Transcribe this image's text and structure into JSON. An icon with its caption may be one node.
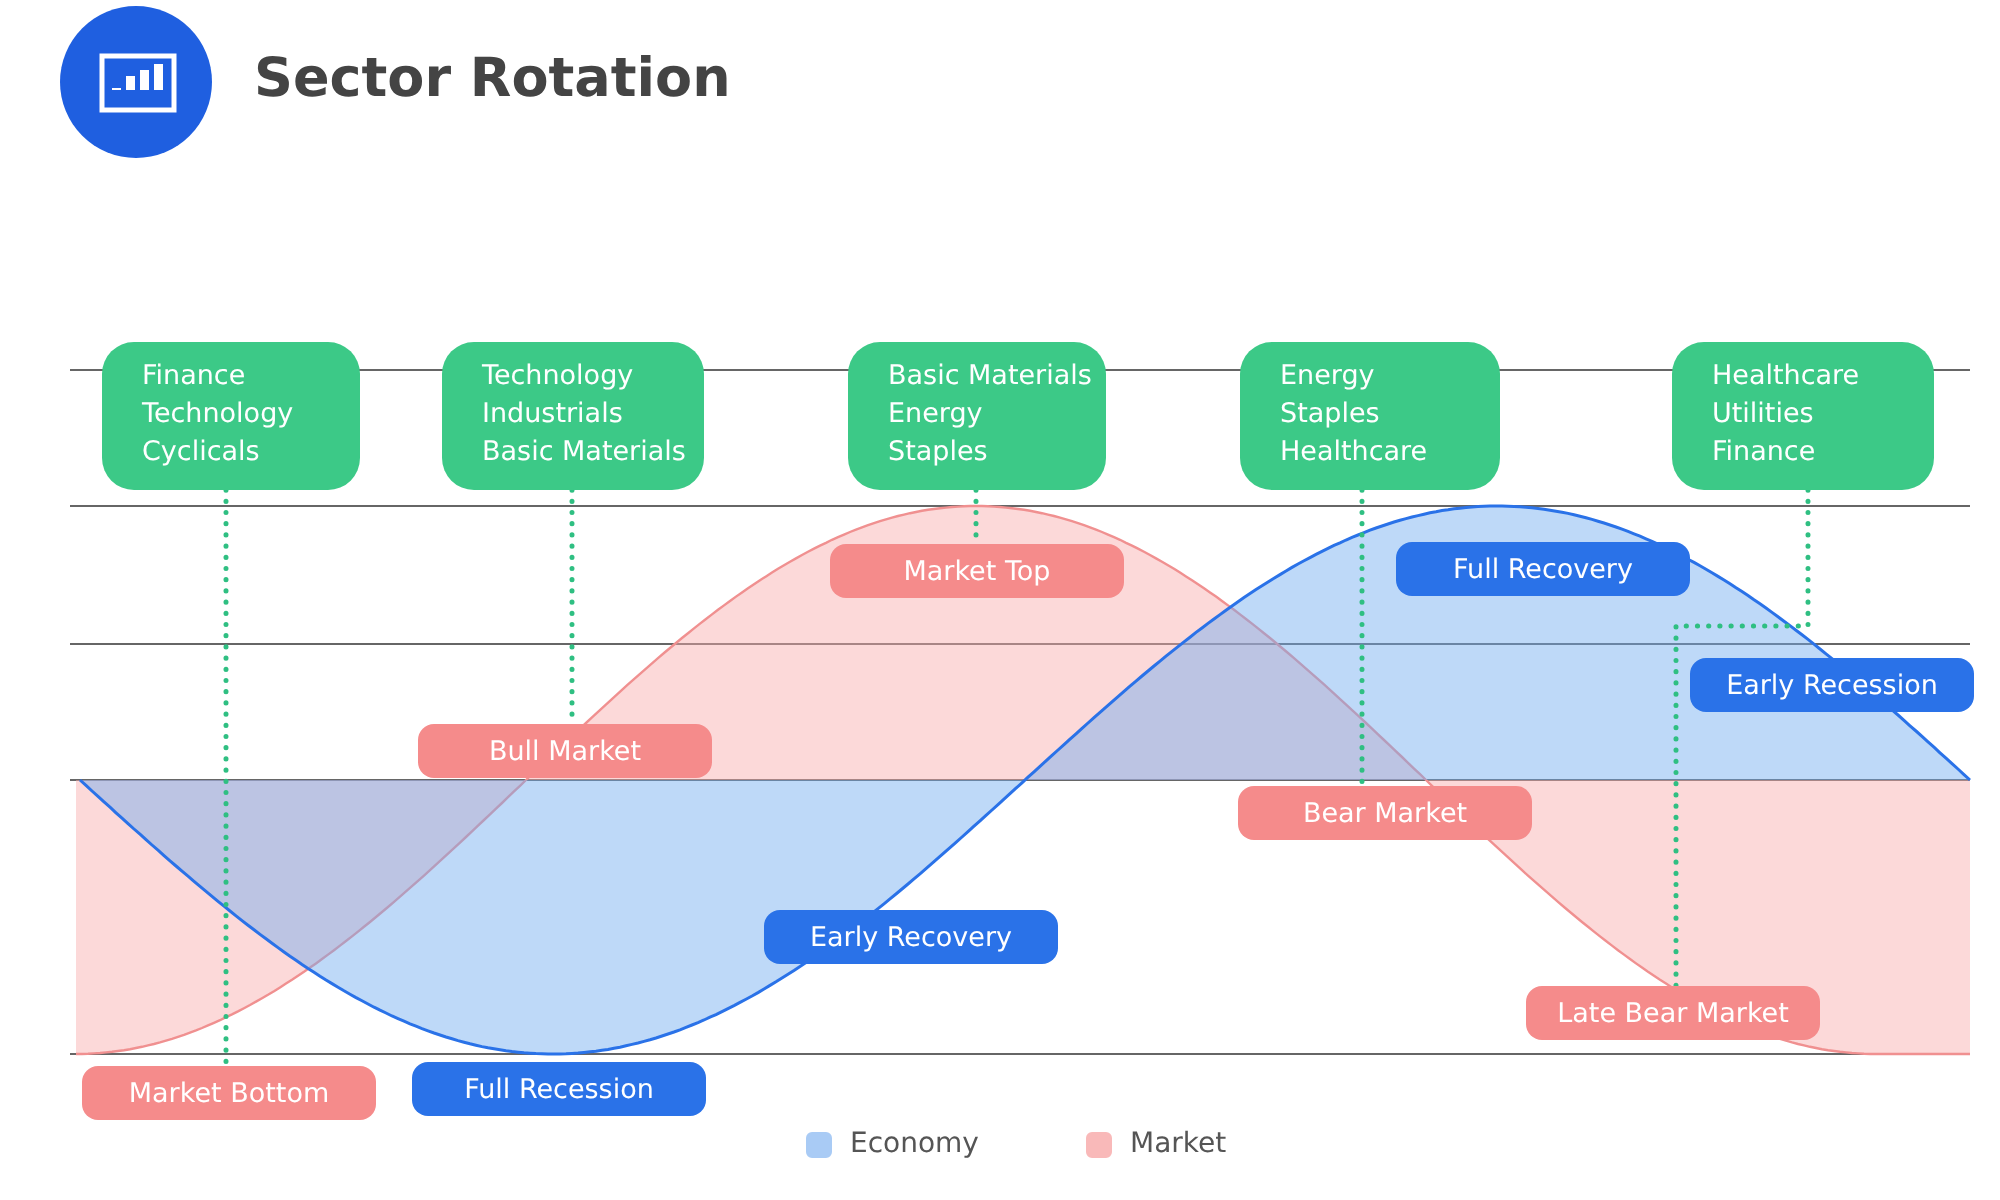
{
  "diagram": {
    "title": "Sector Rotation",
    "nodes": [
      {
        "text": [
          "Finance",
          "Technology",
          "Cyclicals"
        ]
      },
      {
        "text": [
          "Technology",
          "Industrials",
          "Basic Materials"
        ]
      },
      {
        "text": [
          "Basic Materials",
          "Energy",
          "Staples"
        ]
      },
      {
        "text": [
          "Energy",
          "Staples",
          "Healthcare"
        ]
      },
      {
        "text": [
          "Healthcare",
          "Utilities",
          "Finance"
        ]
      },
      {
        "text": [
          "Market Top"
        ]
      },
      {
        "text": [
          "Full Recovery"
        ]
      },
      {
        "text": [
          "Early Recession"
        ]
      },
      {
        "text": [
          "Bull Market"
        ]
      },
      {
        "text": [
          "Bear Market"
        ]
      },
      {
        "text": [
          "Early Recovery"
        ]
      },
      {
        "text": [
          "Late Bear Market"
        ]
      },
      {
        "text": [
          "Market Bottom"
        ]
      },
      {
        "text": [
          "Full Recession"
        ]
      }
    ],
    "edges": [
      {
        "from": 0,
        "to": 12,
        "arrow": "none"
      },
      {
        "from": 1,
        "to": 8,
        "arrow": "none"
      },
      {
        "from": 2,
        "to": 5,
        "arrow": "none"
      },
      {
        "from": 3,
        "to": 9,
        "arrow": "none"
      },
      {
        "from": 4,
        "to": 11,
        "arrow": "none"
      }
    ],
    "legend": [
      {
        "text": "Economy",
        "color": "#a9cbf5"
      },
      {
        "text": "Market",
        "color": "#f9b9b9"
      }
    ]
  }
}
